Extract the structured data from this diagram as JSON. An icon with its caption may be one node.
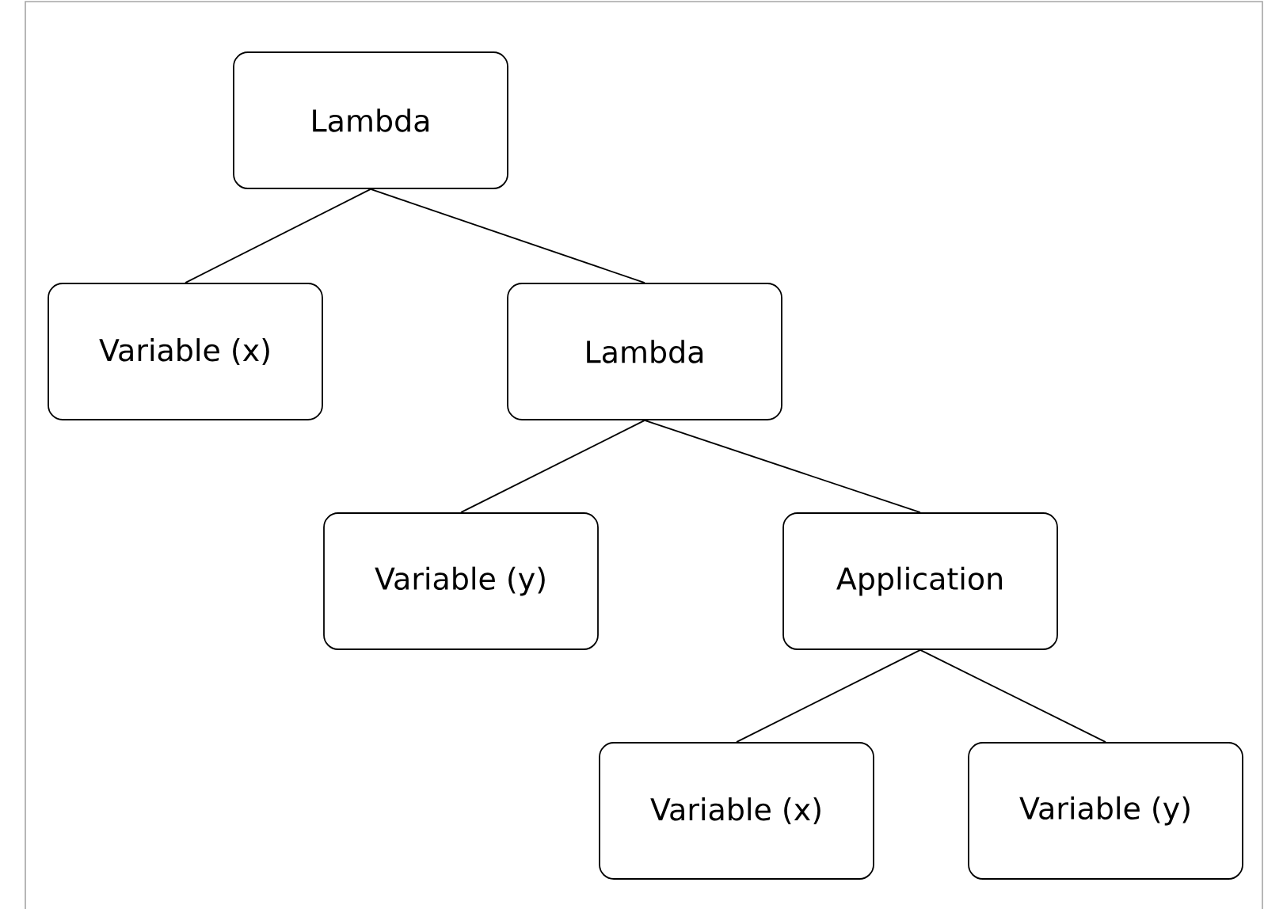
{
  "diagram": {
    "nodes": [
      {
        "text": [
          "Lambda"
        ]
      },
      {
        "text": [
          "Variable (x)"
        ]
      },
      {
        "text": [
          "Lambda"
        ]
      },
      {
        "text": [
          "Variable (y)"
        ]
      },
      {
        "text": [
          "Application"
        ]
      },
      {
        "text": [
          "Variable (x)"
        ]
      },
      {
        "text": [
          "Variable (y)"
        ]
      }
    ],
    "edges": [
      {
        "from": 0,
        "to": 1,
        "arrow": "none"
      },
      {
        "from": 0,
        "to": 2,
        "arrow": "none"
      },
      {
        "from": 2,
        "to": 3,
        "arrow": "none"
      },
      {
        "from": 2,
        "to": 4,
        "arrow": "none"
      },
      {
        "from": 4,
        "to": 5,
        "arrow": "none"
      },
      {
        "from": 4,
        "to": 6,
        "arrow": "none"
      }
    ]
  }
}
